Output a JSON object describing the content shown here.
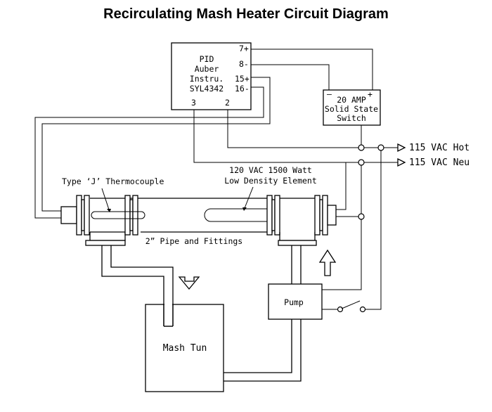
{
  "title": "Recirculating Mash Heater Circuit Diagram",
  "pid": {
    "line1": "PID",
    "line2": "Auber",
    "line3": "Instru.",
    "line4": "SYL4342",
    "terminals": {
      "t7": "7+",
      "t8": "8-",
      "t15": "15+",
      "t16": "16-",
      "t3": "3",
      "t2": "2"
    }
  },
  "ssr": {
    "line1": "20 AMP",
    "line2": "Solid State",
    "line3": "Switch",
    "minus": "–",
    "plus": "+"
  },
  "power": {
    "hot": "115 VAC Hot",
    "neu": "115 VAC Neu"
  },
  "heater": {
    "thermocouple_label": "Type ‘J’ Thermocouple",
    "element_line1": "120 VAC 1500 Watt",
    "element_line2": "Low Density Element",
    "pipe_label": "2” Pipe and Fittings"
  },
  "pump": {
    "label": "Pump"
  },
  "mash_tun": {
    "label": "Mash Tun"
  }
}
